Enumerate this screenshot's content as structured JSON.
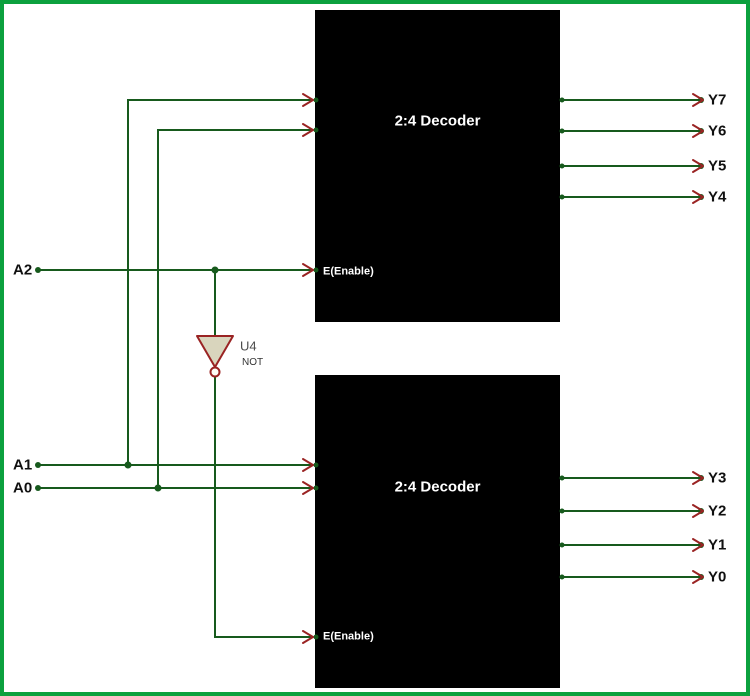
{
  "inputs": {
    "a2": "A2",
    "a1": "A1",
    "a0": "A0"
  },
  "decoder_top": {
    "title": "2:4 Decoder",
    "enable": "E(Enable)"
  },
  "decoder_bottom": {
    "title": "2:4 Decoder",
    "enable": "E(Enable)"
  },
  "not_gate": {
    "ref": "U4",
    "type": "NOT"
  },
  "outputs": {
    "y7": "Y7",
    "y6": "Y6",
    "y5": "Y5",
    "y4": "Y4",
    "y3": "Y3",
    "y2": "Y2",
    "y1": "Y1",
    "y0": "Y0"
  },
  "colors": {
    "frame": "#0ca13e",
    "wire": "#175a1d",
    "pin": "#9a2323",
    "component_fill": "#000000",
    "component_text": "#ffffff",
    "gate_fill": "#d9d5bd",
    "label_text": "#101010"
  }
}
